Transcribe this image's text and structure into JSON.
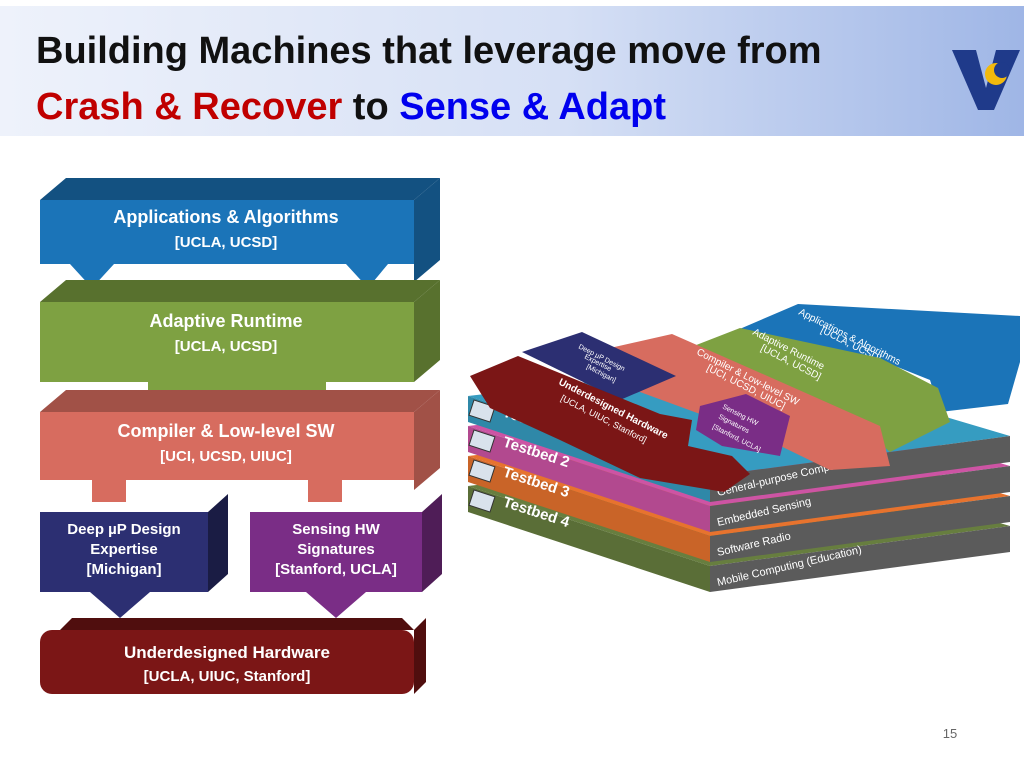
{
  "slide": {
    "title_line1": "Building Machines that leverage move from",
    "title_part_crash": "Crash & Recover",
    "title_part_to": " to ",
    "title_part_sense": "Sense & Adapt",
    "page_number": "15"
  },
  "colors": {
    "crash": "#c00000",
    "sense": "#0000ee",
    "applications": "#1b74b8",
    "runtime": "#7ea142",
    "compiler": "#d76c5f",
    "deep": "#2c2f72",
    "sensing": "#7a2d86",
    "hardware": "#7b1616",
    "logo_blue": "#1f3a8a",
    "logo_yellow": "#f2b90c"
  },
  "stack": {
    "applications": {
      "line1": "Applications & Algorithms",
      "line2": "[UCLA, UCSD]"
    },
    "runtime": {
      "line1": "Adaptive Runtime",
      "line2": "[UCLA, UCSD]"
    },
    "compiler": {
      "line1": "Compiler & Low-level SW",
      "line2": "[UCI, UCSD, UIUC]"
    },
    "deep": {
      "line1": "Deep µP Design",
      "line2": "Expertise",
      "line3": "[Michigan]"
    },
    "sensing": {
      "line1": "Sensing HW",
      "line2": "Signatures",
      "line3": "[Stanford, UCLA]"
    },
    "hardware": {
      "line1": "Underdesigned Hardware",
      "line2": "[UCLA, UIUC, Stanford]"
    }
  },
  "iso": {
    "applications": {
      "line1": "Applications & Algorithms",
      "line2": "[UCLA, UCSD]"
    },
    "runtime": {
      "line1": "Adaptive Runtime",
      "line2": "[UCLA, UCSD]"
    },
    "compiler": {
      "line1": "Compiler & Low-level SW",
      "line2": "[UCI, UCSD, UIUC]"
    },
    "deep": {
      "line1": "Deep µP Design",
      "line2": "Expertise",
      "line3": "[Michigan]"
    },
    "sensing": {
      "line1": "Sensing HW",
      "line2": "Signatures",
      "line3": "[Stanford, UCLA]"
    },
    "hardware": {
      "line1": "Underdesigned Hardware",
      "line2": "[UCLA, UIUC, Stanford]"
    }
  },
  "testbeds": [
    {
      "label": "Testbed 1",
      "domain": "General-purpose Computing",
      "color": "#2f88a8"
    },
    {
      "label": "Testbed 2",
      "domain": "Embedded Sensing",
      "color": "#b2498f"
    },
    {
      "label": "Testbed 3",
      "domain": "Software Radio",
      "color": "#c96428"
    },
    {
      "label": "Testbed 4",
      "domain": "Mobile Computing (Education)",
      "color": "#5a6e37"
    }
  ]
}
